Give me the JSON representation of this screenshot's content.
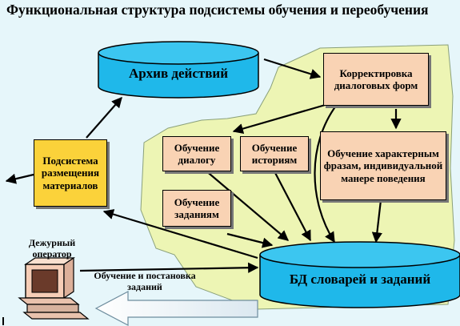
{
  "title": "Функциональная структура подсистемы обучения и переобучения",
  "nodes": {
    "archive": "Архив действий",
    "correction": "Корректировка диалоговых форм",
    "placement": "Подсистема размещения материалов",
    "dialog": "Обучение диалогу",
    "stories": "Обучение историям",
    "phrases": "Обучение характерным фразам, индивидуальной манере поведения",
    "tasks": "Обучение заданиям",
    "db": "БД словарей и заданий"
  },
  "labels": {
    "operator": "Дежурный оператор",
    "training": "Обучение и постановка заданий"
  },
  "colors": {
    "background": "#e6f6fa",
    "region": "#edf5b4",
    "cylinder": "#1fb8ea",
    "box": "#f9d3b4",
    "placement_box": "#fbd23a"
  }
}
